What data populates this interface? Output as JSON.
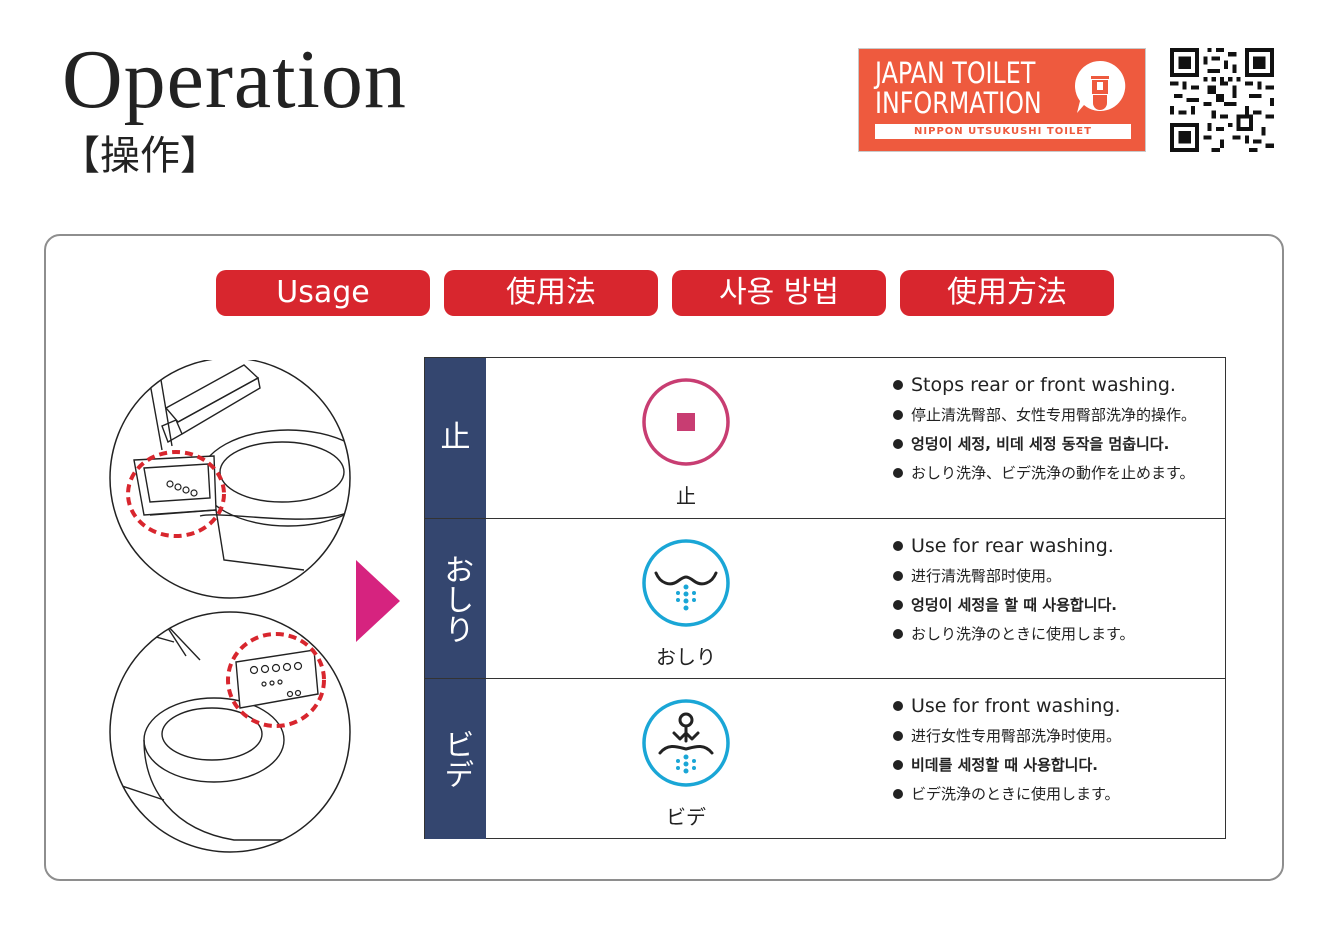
{
  "header": {
    "title": "Operation",
    "subtitle": "【操作】"
  },
  "logo": {
    "line1": "JAPAN TOILET",
    "line2": "INFORMATION",
    "strip": "NIPPON UTSUKUSHI TOILET"
  },
  "tabs": [
    {
      "label": "Usage"
    },
    {
      "label": "使用法"
    },
    {
      "label": "사용 방법"
    },
    {
      "label": "使用方法"
    }
  ],
  "rows": [
    {
      "label": "止",
      "icon": "stop-icon",
      "icon_label": "止",
      "icon_color": "#c83d72",
      "desc": {
        "en": "Stops rear or front washing.",
        "zh": "停止清洗臀部、女性专用臀部洗净的操作。",
        "ko": "엉덩이 세정, 비데 세정 동작을 멈춥니다.",
        "ja": "おしり洗浄、ビデ洗浄の動作を止めます。"
      }
    },
    {
      "label": "おしり",
      "icon": "rear-wash-icon",
      "icon_label": "おしり",
      "icon_color": "#1aa6d6",
      "desc": {
        "en": "Use for rear washing.",
        "zh": "进行清洗臀部时使用。",
        "ko": "엉덩이 세정을 할 때 사용합니다.",
        "ja": "おしり洗浄のときに使用します。"
      }
    },
    {
      "label": "ビデ",
      "icon": "bidet-icon",
      "icon_label": "ビデ",
      "icon_color": "#1aa6d6",
      "desc": {
        "en": "Use for front washing.",
        "zh": "进行女性专用臀部洗净时使用。",
        "ko": "비데를 세정할 때 사용합니다.",
        "ja": "ビデ洗浄のときに使用します。"
      }
    }
  ],
  "colors": {
    "tab_red": "#d8262e",
    "row_label_navy": "#34466f",
    "logo_orange": "#ee5a3e",
    "arrow_magenta": "#d6237f",
    "dashed_red": "#d8262e"
  }
}
